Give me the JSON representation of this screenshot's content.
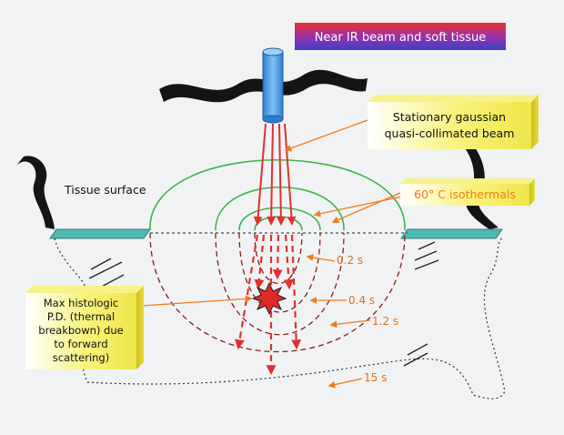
{
  "title": "Near IR beam and soft tissue",
  "labels": {
    "beam": [
      "Stationary gaussian",
      "quasi-collimated beam"
    ],
    "isotherms": "60° C isothermals",
    "tissue_surface": "Tissue surface",
    "max_pd": [
      "Max histologic",
      "P.D. (thermal",
      "breakbown) due",
      "to forward",
      "scattering)"
    ]
  },
  "time_labels": [
    "0.2 s",
    "0.4 s",
    "1.2 s",
    "15 s"
  ],
  "colors": {
    "background": "#f1f2f4",
    "beam_arrow": "#e03030",
    "isotherm": "#3cb44a",
    "dashed_contour": "#8c1a1a",
    "callout_line": "#f07c1c",
    "label_box": "#f6f05a",
    "time_text": "#e07020"
  }
}
